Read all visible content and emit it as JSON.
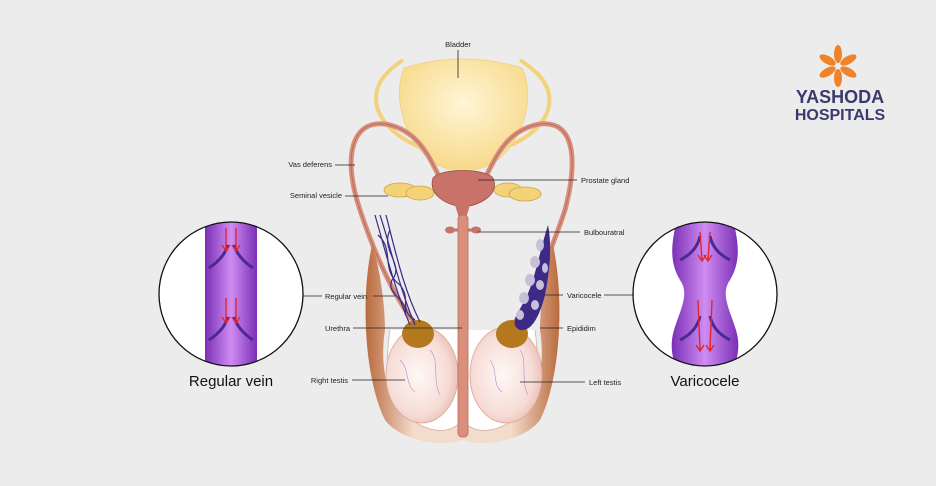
{
  "brand": {
    "line1": "YASHODA",
    "line2": "HOSPITALS",
    "accent_color": "#f0822a",
    "text_color": "#3b3a6e"
  },
  "labels": {
    "bladder": "Bladder",
    "vas_deferens": "Vas  deferens",
    "seminal_vesicle": "Seminal  vesicle",
    "prostate_gland": "Prostate  gland",
    "bulbouratral": "Bulbouratral",
    "regular_vein": "Regular vein",
    "varicocele": "Varicocele",
    "urethra": "Urethra",
    "epididim": "Epididim",
    "right_testis": "Right  testis",
    "left_testis": "Left  testis"
  },
  "insets": {
    "left_caption": "Regular  vein",
    "right_caption": "Varicocele"
  },
  "colors": {
    "background": "#ececec",
    "vein_purple": "#a24fd6",
    "flow_arrow": "#e0262b",
    "skin": "#e8c8b8",
    "bladder": "#fbe6a7",
    "prostate": "#c9726a"
  }
}
